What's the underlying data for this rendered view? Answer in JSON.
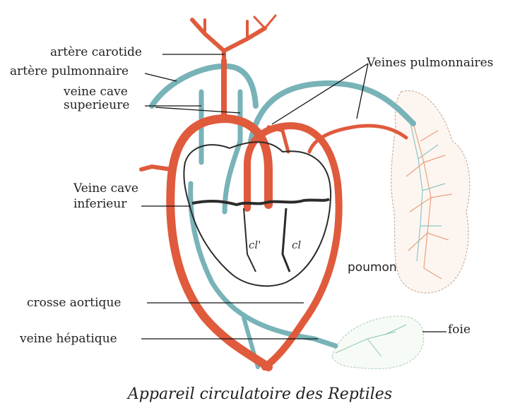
{
  "diagram": {
    "labels": {
      "artere_carotide": "artère carotide",
      "artere_pulmonaire": "artère pulmonnaire",
      "veine_cave_sup_1": "veine cave",
      "veine_cave_sup_2": "superieure",
      "veines_pulmonaires": "Veines pulmonnaires",
      "veine_cave_inf_1": "Veine cave",
      "veine_cave_inf_2": "inferieur",
      "poumon": "poumon",
      "crosse_aortique": "crosse aortique",
      "veine_hepatique": "veine hépatique",
      "foie": "foie",
      "cl_prime": "cl'",
      "cl": "cl"
    },
    "caption": "Appareil circulatoire des Reptiles",
    "colors": {
      "artery": "#e05a3c",
      "vein": "#78b3b8",
      "heart_outline": "#2b2b2b",
      "organ_outline": "#c08a70"
    }
  }
}
